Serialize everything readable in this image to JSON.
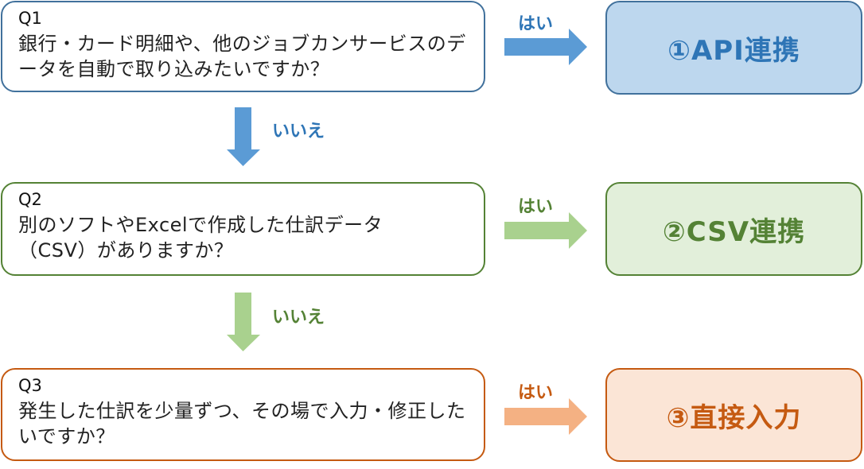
{
  "colors": {
    "q1_border": "#41719C",
    "q2_border": "#548235",
    "q3_border": "#C55A11",
    "r1_fill": "#BDD7EE",
    "r2_fill": "#E2EFDA",
    "r3_fill": "#FBE5D6",
    "r1_text": "#2E75B6",
    "r2_text": "#548235",
    "r3_text": "#C55A11",
    "arrow1": "#5B9BD5",
    "arrow2": "#A9D18E",
    "arrow3": "#F4B183"
  },
  "questions": [
    {
      "id": "Q1",
      "text": "銀行・カード明細や、他のジョブカンサービスのデータを自動で取り込みたいですか？"
    },
    {
      "id": "Q2",
      "text": "別のソフトやExcelで作成した仕訳データ（CSV）がありますか？"
    },
    {
      "id": "Q3",
      "text": "発生した仕訳を少量ずつ、その場で入力・修正したいですか？"
    }
  ],
  "results": [
    {
      "label": "①API連携"
    },
    {
      "label": "②CSV連携"
    },
    {
      "label": "③直接入力"
    }
  ],
  "yes_label": "はい",
  "no_label": "いいえ"
}
